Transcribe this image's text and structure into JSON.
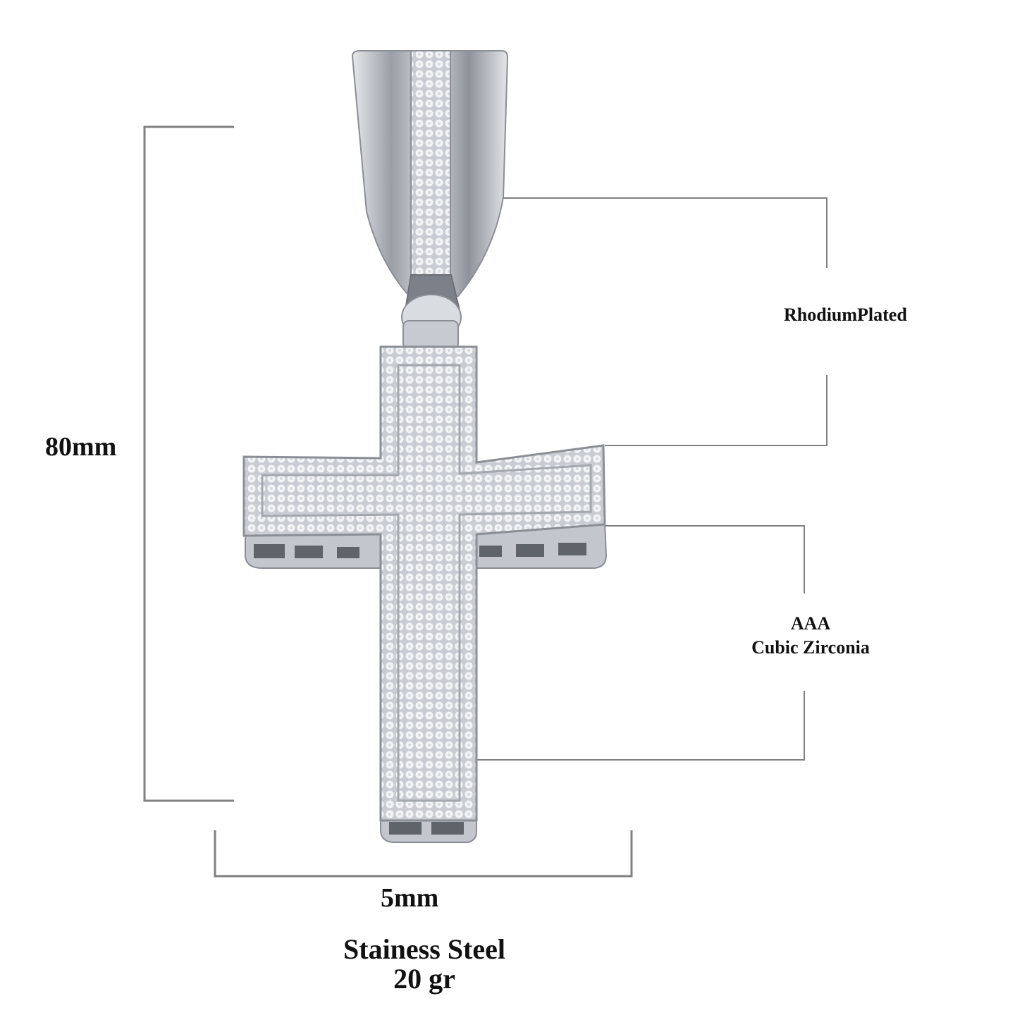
{
  "product": {
    "type": "cross pendant",
    "colors": {
      "metal_light": "#e8eaee",
      "metal_mid": "#b9bcc2",
      "metal_dark": "#6b6f76",
      "stone": "#f4f5f7",
      "dimension_line": "#808080",
      "text": "#111111"
    }
  },
  "annotations": {
    "height": "80mm",
    "width": "5mm",
    "plating": "RhodiumPlated",
    "stones_line1": "AAA",
    "stones_line2": "Cubic Zirconia",
    "material": "Stainess Steel",
    "weight": "20 gr"
  }
}
